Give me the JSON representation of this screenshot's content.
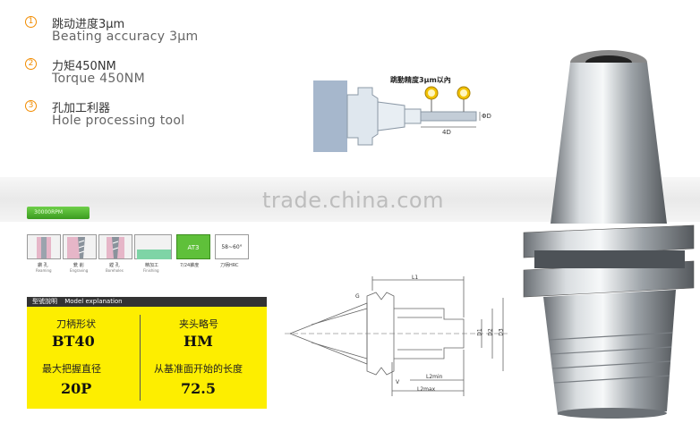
{
  "features": [
    {
      "num": "1",
      "cn": "跳动进度3μm",
      "en": "Beating accuracy 3μm"
    },
    {
      "num": "2",
      "cn": "力矩450NM",
      "en": "Torque 450NM"
    },
    {
      "num": "3",
      "cn": "孔加工利器",
      "en": "Hole processing tool"
    }
  ],
  "diagram_top": {
    "caption": "跳動精度3μm以內",
    "dim_length": "4D",
    "dim_dia": "ΦD"
  },
  "watermark": "trade.china.com",
  "rpm_badge": "30000RPM",
  "tiles": [
    {
      "label": "鑽 孔",
      "sub": "Reaming"
    },
    {
      "label": "銑 削",
      "sub": "Engraving"
    },
    {
      "label": "鏜 孔",
      "sub": "Boreholes"
    },
    {
      "label": "精加工",
      "sub": "Finishing"
    },
    {
      "label": "AT3",
      "sub": "7/24錐度"
    },
    {
      "label": "58~60°",
      "sub": "刀柄HRC"
    }
  ],
  "model": {
    "header_cn": "型號說明",
    "header_en": "Model explanation",
    "shank_label": "刀柄形状",
    "shank_value": "BT40",
    "head_label": "夹头略号",
    "head_value": "HM",
    "grip_label": "最大把握直径",
    "grip_value": "20P",
    "length_label": "从基准面开始的长度",
    "length_value": "72.5"
  },
  "diagram_bottom": {
    "L1": "L1",
    "G": "G",
    "D1": "D1",
    "D2": "D2",
    "D3": "D3",
    "V": "V",
    "L2min": "L2min",
    "L2max": "L2max"
  },
  "colors": {
    "accent": "#f28c00",
    "yellow": "#fdee00",
    "green": "#4caf2a"
  }
}
